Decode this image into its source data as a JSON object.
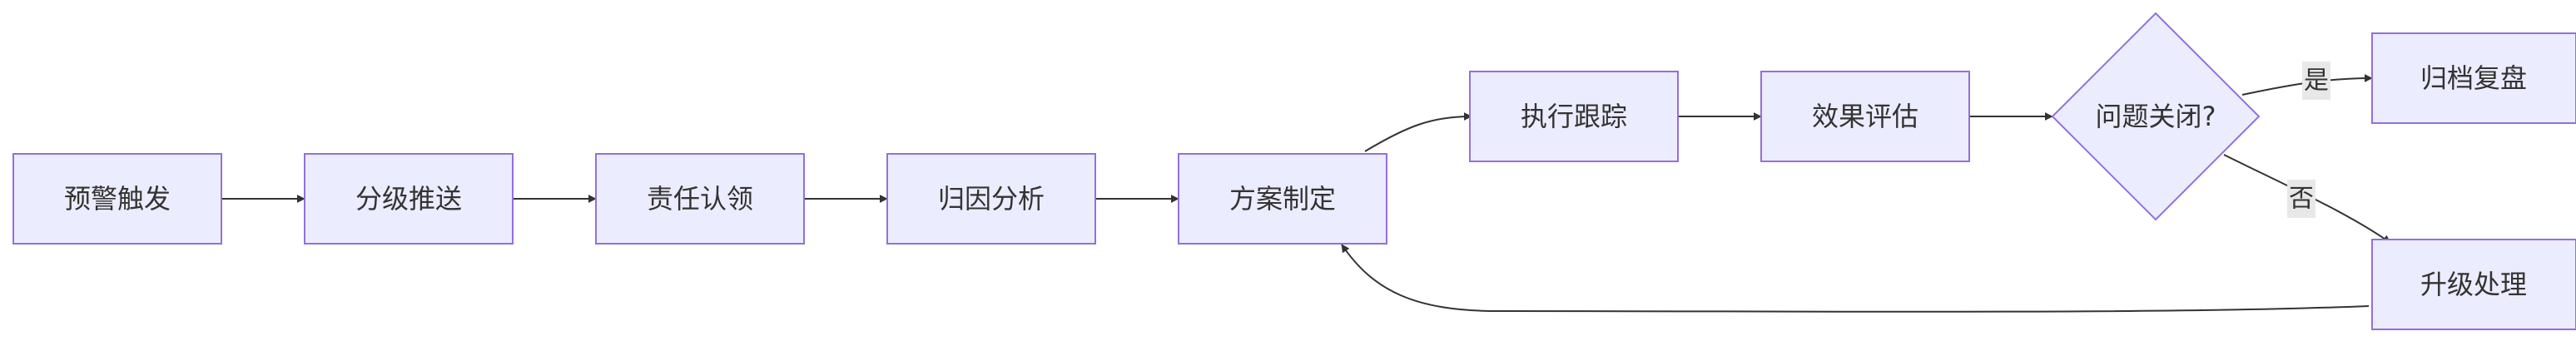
{
  "diagram": {
    "type": "flowchart",
    "nodes": {
      "n1": "预警触发",
      "n2": "分级推送",
      "n3": "责任认领",
      "n4": "归因分析",
      "n5": "方案制定",
      "n6": "执行跟踪",
      "n7": "效果评估",
      "n8": "问题关闭?",
      "n9": "归档复盘",
      "n10": "升级处理"
    },
    "edge_labels": {
      "yes": "是",
      "no": "否"
    },
    "colors": {
      "node_fill": "#ECECFF",
      "node_stroke": "#9370DB",
      "edge": "#333333",
      "label_bg": "#E8E8E8",
      "text": "#333333"
    },
    "edges": [
      {
        "from": "n1",
        "to": "n2"
      },
      {
        "from": "n2",
        "to": "n3"
      },
      {
        "from": "n3",
        "to": "n4"
      },
      {
        "from": "n4",
        "to": "n5"
      },
      {
        "from": "n5",
        "to": "n6"
      },
      {
        "from": "n6",
        "to": "n7"
      },
      {
        "from": "n7",
        "to": "n8"
      },
      {
        "from": "n8",
        "to": "n9",
        "label": "yes"
      },
      {
        "from": "n8",
        "to": "n10",
        "label": "no"
      },
      {
        "from": "n10",
        "to": "n5"
      }
    ]
  }
}
